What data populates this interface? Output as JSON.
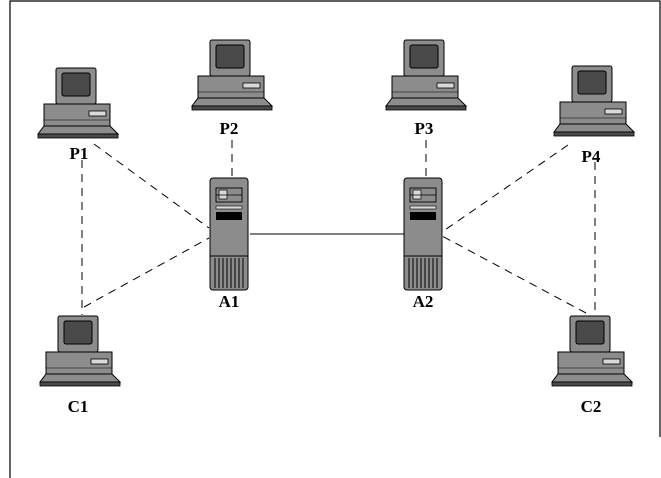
{
  "nodes": {
    "p1": {
      "label": "P1",
      "icon": "desktop-computer-icon"
    },
    "p2": {
      "label": "P2",
      "icon": "desktop-computer-icon"
    },
    "p3": {
      "label": "P3",
      "icon": "desktop-computer-icon"
    },
    "p4": {
      "label": "P4",
      "icon": "desktop-computer-icon"
    },
    "a1": {
      "label": "A1",
      "icon": "tower-server-icon"
    },
    "a2": {
      "label": "A2",
      "icon": "tower-server-icon"
    },
    "c1": {
      "label": "C1",
      "icon": "desktop-computer-icon"
    },
    "c2": {
      "label": "C2",
      "icon": "desktop-computer-icon"
    }
  },
  "edges": [
    {
      "from": "P1",
      "to": "A1",
      "style": "dashed"
    },
    {
      "from": "C1",
      "to": "A1",
      "style": "dashed"
    },
    {
      "from": "P1",
      "to": "C1",
      "style": "dashed"
    },
    {
      "from": "P2",
      "to": "A1",
      "style": "dashed"
    },
    {
      "from": "A1",
      "to": "A2",
      "style": "solid"
    },
    {
      "from": "P3",
      "to": "A2",
      "style": "dashed"
    },
    {
      "from": "P4",
      "to": "A2",
      "style": "dashed"
    },
    {
      "from": "C2",
      "to": "A2",
      "style": "dashed"
    },
    {
      "from": "P4",
      "to": "C2",
      "style": "dashed"
    }
  ],
  "colors": {
    "device_body": "#8c8c8c",
    "device_dark": "#4a4a4a",
    "device_light": "#d9d9d9",
    "outline": "#000000",
    "background": "#ffffff"
  }
}
